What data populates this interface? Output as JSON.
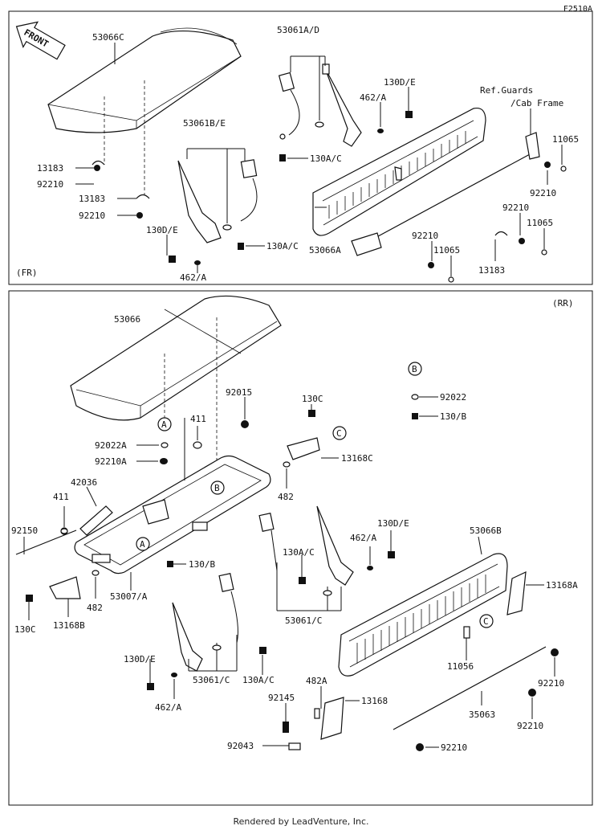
{
  "figure_code": "F2510A",
  "front_arrow": "FRONT",
  "sections": {
    "front": "(FR)",
    "rear": "(RR)"
  },
  "ref_note": [
    "Ref.Guards",
    "/Cab Frame"
  ],
  "callouts": {
    "a": "A",
    "b": "B",
    "c": "C"
  },
  "labels": {
    "p53066C": "53066C",
    "p53061AD": "53061A/D",
    "p130DE_1": "130D/E",
    "p462A_1": "462/A",
    "p53061BE": "53061B/E",
    "p130AC_1": "130A/C",
    "p11065_1": "11065",
    "p92210_1": "92210",
    "p92210_2": "92210",
    "p11065_2": "11065",
    "p13183_1": "13183",
    "p92210_3": "92210",
    "p13183_2": "13183",
    "p92210_4": "92210",
    "p130DE_2": "130D/E",
    "p462A_2": "462/A",
    "p130AC_2": "130A/C",
    "p53066A": "53066A",
    "p92210_5": "92210",
    "p11065_3": "11065",
    "p13183_3": "13183",
    "p53066": "53066",
    "p92015": "92015",
    "p130C_1": "130C",
    "p92022": "92022",
    "p130B_1": "130/B",
    "p411_1": "411",
    "p92022A": "92022A",
    "p92210A": "92210A",
    "p13168C": "13168C",
    "p42036": "42036",
    "p411_2": "411",
    "p482_1": "482",
    "p92150": "92150",
    "p130DE_3": "130D/E",
    "p462A_3": "462/A",
    "p130AC_3": "130A/C",
    "p130B_2": "130/B",
    "p53066B": "53066B",
    "p13168A": "13168A",
    "p482_2": "482",
    "p130C_2": "130C",
    "p13168B": "13168B",
    "p53007A": "53007/A",
    "p53061C_1": "53061/C",
    "p11056": "11056",
    "p130DE_4": "130D/E",
    "p462A_4": "462/A",
    "p53061C_2": "53061/C",
    "p130AC_4": "130A/C",
    "p92210_6": "92210",
    "p482A": "482A",
    "p92145": "92145",
    "p13168": "13168",
    "p35063": "35063",
    "p92210_7": "92210",
    "p92043": "92043",
    "p92210_8": "92210"
  },
  "footer": "Rendered by LeadVenture, Inc."
}
